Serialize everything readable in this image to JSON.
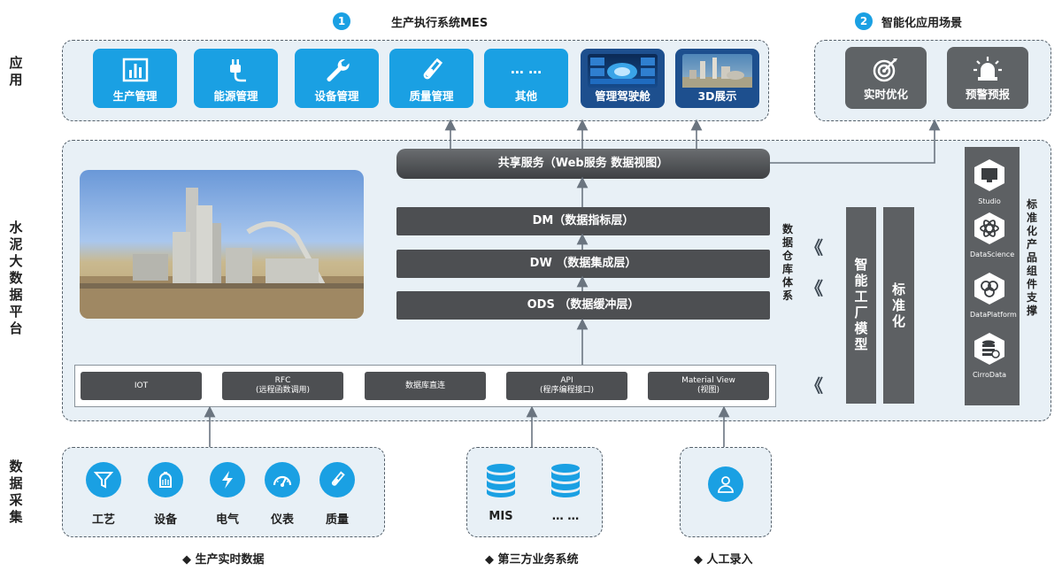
{
  "side_labels": {
    "application": "应用",
    "platform": "水泥大数据平台",
    "collection": "数据采集"
  },
  "sections": {
    "mes": {
      "number": "1",
      "title": "生产执行系统MES"
    },
    "smart": {
      "number": "2",
      "title": "智能化应用场景"
    }
  },
  "mes_apps": [
    {
      "label": "生产管理",
      "icon": "bar-chart-icon"
    },
    {
      "label": "能源管理",
      "icon": "plug-icon"
    },
    {
      "label": "设备管理",
      "icon": "wrench-icon"
    },
    {
      "label": "质量管理",
      "icon": "test-tube-icon"
    },
    {
      "label": "其他",
      "icon": "dots-text",
      "dots": "… …"
    },
    {
      "label": "管理驾驶舱",
      "icon": "dashboard-screen-image"
    },
    {
      "label": "3D展示",
      "icon": "3d-plant-image"
    }
  ],
  "smart_apps": [
    {
      "label": "实时优化",
      "icon": "target-icon"
    },
    {
      "label": "预警预报",
      "icon": "alarm-light-icon"
    }
  ],
  "platform": {
    "shared_service": "共享服务（Web服务  数据视图）",
    "layers": {
      "dm": "DM（数据指标层）",
      "dw": "DW （数据集成层）",
      "ods": "ODS （数据缓冲层）"
    },
    "warehouse_label": "数据仓库体系",
    "smart_factory": "智能工厂模型",
    "standardize": "标准化",
    "standard_products_label": "标准化产品组件支撑",
    "products": [
      "Studio",
      "DataScience",
      "DataPlatform",
      "CirroData"
    ],
    "connectors": [
      {
        "line1": "IOT",
        "line2": ""
      },
      {
        "line1": "RFC",
        "line2": "(远程函数调用)"
      },
      {
        "line1": "数据库直连",
        "line2": ""
      },
      {
        "line1": "API",
        "line2": "(程序编程接口)"
      },
      {
        "line1": "Material View",
        "line2": "(视图)"
      }
    ]
  },
  "collection": {
    "realtime": [
      {
        "label": "工艺",
        "icon": "funnel-icon"
      },
      {
        "label": "设备",
        "icon": "grinder-icon"
      },
      {
        "label": "电气",
        "icon": "lightning-icon"
      },
      {
        "label": "仪表",
        "icon": "gauge-icon"
      },
      {
        "label": "质量",
        "icon": "test-tube-icon"
      }
    ],
    "third_party": [
      {
        "label": "MIS",
        "icon": "database-icon"
      },
      {
        "label": "… …",
        "icon": "database-icon"
      }
    ],
    "manual": {
      "icon": "person-icon"
    },
    "footers": {
      "realtime": "◆ 生产实时数据",
      "third_party": "◆ 第三方业务系统",
      "manual": "◆ 人工录入"
    }
  },
  "colors": {
    "accent": "#1aa0e3",
    "dark": "#4d4f52",
    "panel": "#e8f0f6"
  }
}
